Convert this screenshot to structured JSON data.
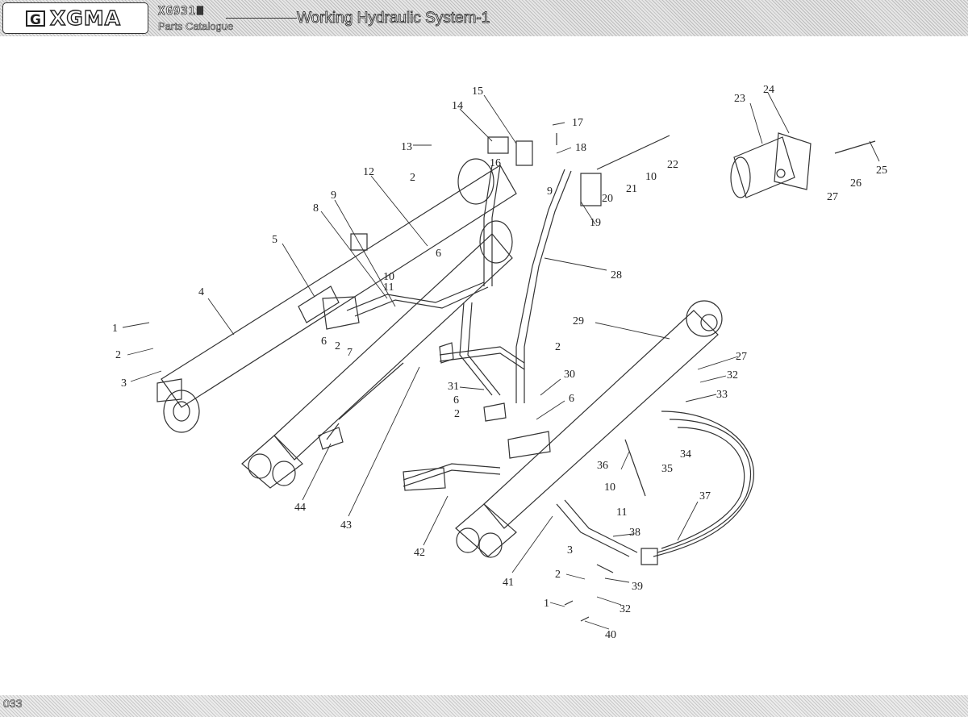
{
  "header": {
    "brand": "XGMA",
    "brand_mark": "G",
    "model": "XG931Ⅲ",
    "catalogue": "Parts Catalogue",
    "title": "Working Hydraulic System-1"
  },
  "footer": {
    "page_number": "033"
  },
  "callouts": {
    "c1": "1",
    "c2": "2",
    "c3": "3",
    "c4": "4",
    "c5": "5",
    "c6": "6",
    "c7": "7",
    "c8": "8",
    "c9": "9",
    "c10": "10",
    "c11": "11",
    "c12": "12",
    "c13": "13",
    "c14": "14",
    "c15": "15",
    "c16": "16",
    "c17": "17",
    "c18": "18",
    "c19": "19",
    "c20": "20",
    "c21": "21",
    "c22": "22",
    "c23": "23",
    "c24": "24",
    "c25": "25",
    "c26": "26",
    "c27": "27",
    "c28": "28",
    "c29": "29",
    "c30": "30",
    "c31": "31",
    "c32": "32",
    "c33": "33",
    "c34": "34",
    "c35": "35",
    "c36": "36",
    "c37": "37",
    "c38": "38",
    "c39": "39",
    "c40": "40",
    "c41": "41",
    "c42": "42",
    "c43": "43",
    "c44": "44"
  }
}
